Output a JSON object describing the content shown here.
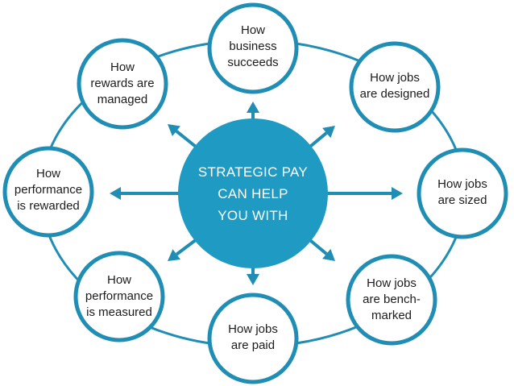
{
  "center": {
    "lines": [
      "STRATEGIC PAY",
      "CAN HELP",
      "YOU WITH"
    ]
  },
  "nodes": [
    {
      "id": "business-succeeds",
      "lines": [
        "How",
        "business",
        "succeeds"
      ]
    },
    {
      "id": "jobs-designed",
      "lines": [
        "How jobs",
        "are designed"
      ]
    },
    {
      "id": "jobs-sized",
      "lines": [
        "How jobs",
        "are sized"
      ]
    },
    {
      "id": "jobs-benchmarked",
      "lines": [
        "How jobs",
        "are bench-",
        "marked"
      ]
    },
    {
      "id": "jobs-paid",
      "lines": [
        "How jobs",
        "are paid"
      ]
    },
    {
      "id": "performance-measured",
      "lines": [
        "How",
        "performance",
        "is measured"
      ]
    },
    {
      "id": "performance-rewarded",
      "lines": [
        "How",
        "performance",
        "is rewarded"
      ]
    },
    {
      "id": "rewards-managed",
      "lines": [
        "How",
        "rewards are",
        "managed"
      ]
    }
  ],
  "colors": {
    "accent": "#1f8db4",
    "center_fill": "#1f9ac2",
    "text": "#1c1c1c"
  }
}
